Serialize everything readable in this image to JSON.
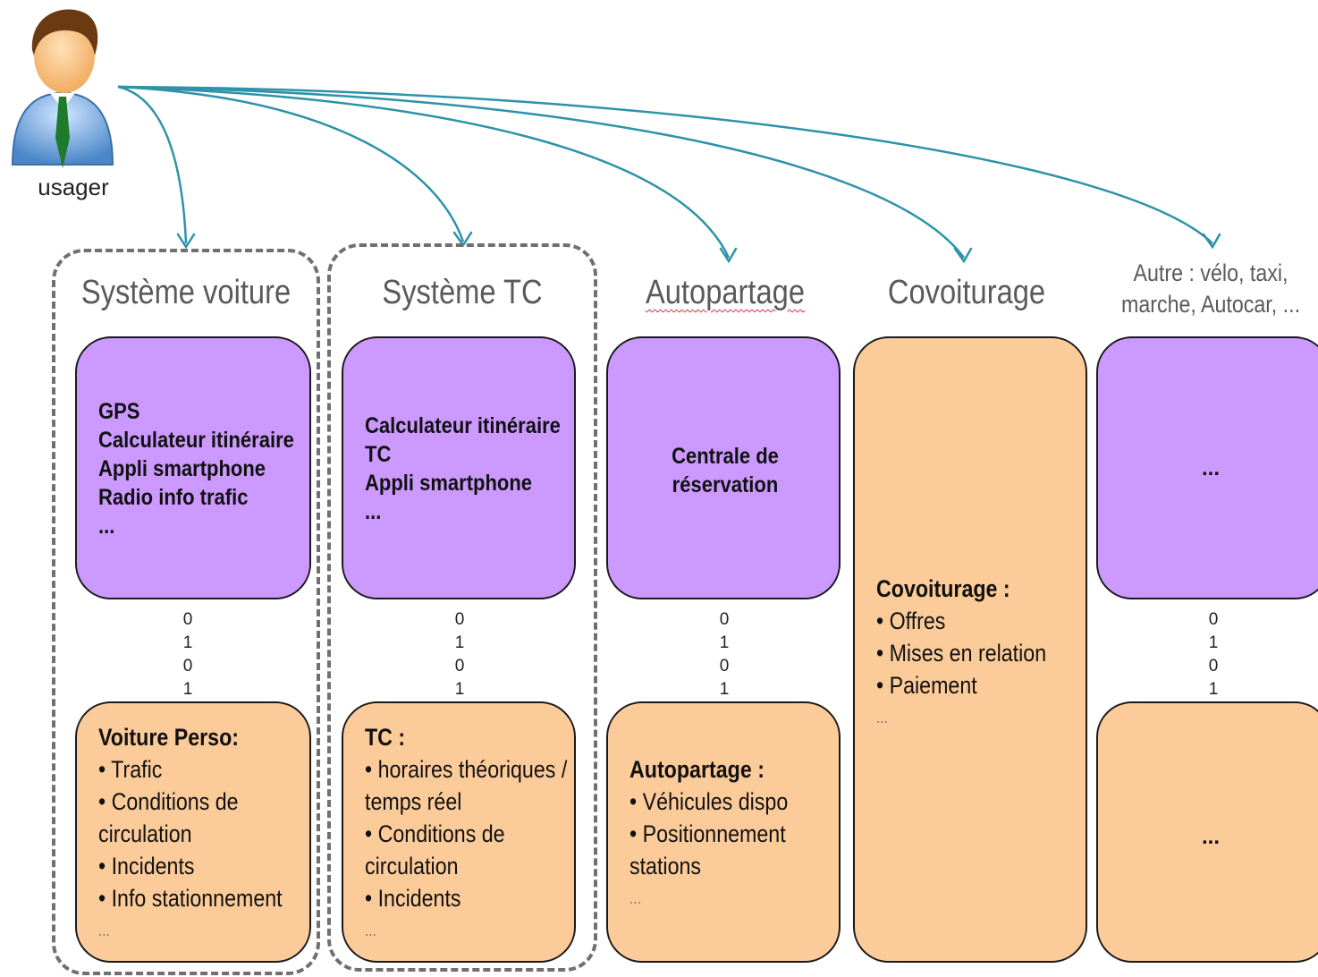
{
  "user": {
    "label": "usager",
    "icon": "user-avatar-icon"
  },
  "columns": [
    {
      "title": "Système voiture",
      "info_lines": [
        "GPS",
        "Calculateur itinéraire",
        "Appli smartphone",
        "Radio  info trafic",
        "..."
      ],
      "binary": [
        "0",
        "1",
        "0",
        "1"
      ],
      "data_header": "Voiture Perso:",
      "data_items": [
        "Trafic",
        "Conditions de circulation",
        "Incidents",
        "Info stationnement"
      ],
      "data_more": "..."
    },
    {
      "title": "Système TC",
      "info_lines": [
        "Calculateur itinéraire",
        "TC",
        "Appli smartphone",
        "..."
      ],
      "binary": [
        "0",
        "1",
        "0",
        "1"
      ],
      "data_header": "TC :",
      "data_items": [
        "horaires théoriques / temps réel",
        "Conditions de circulation",
        "Incidents"
      ],
      "data_more": "..."
    },
    {
      "title": "Autopartage",
      "info_lines": [
        "Centrale de",
        "réservation"
      ],
      "binary": [
        "0",
        "1",
        "0",
        "1"
      ],
      "data_header": "Autopartage :",
      "data_items": [
        "Véhicules dispo",
        "Positionnement stations"
      ],
      "data_more": "..."
    },
    {
      "title": "Covoiturage",
      "data_header": "Covoiturage :",
      "data_items": [
        "Offres",
        "Mises en relation",
        "Paiement"
      ],
      "data_more": "..."
    },
    {
      "title": "Autre : vélo, taxi, marche, Autocar, ...",
      "info_lines": [
        "..."
      ],
      "binary": [
        "0",
        "1",
        "0",
        "1"
      ],
      "data_more": "..."
    }
  ],
  "colors": {
    "purple_box": "#cc99ff",
    "orange_box": "#fccb9a",
    "arrow": "#2e93a8",
    "dashed_border": "#707070"
  }
}
